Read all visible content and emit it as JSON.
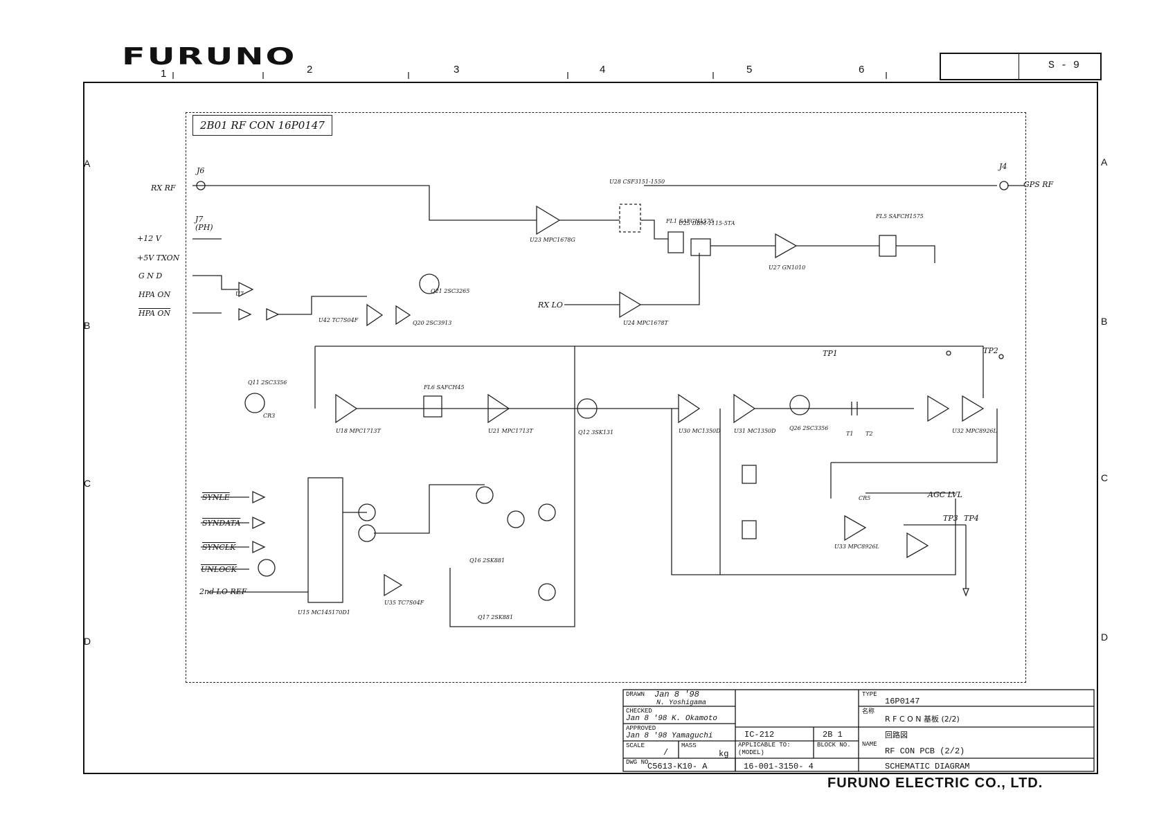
{
  "brand": "FURUNO",
  "sheet_no": "S - 9",
  "board_label": "2B01 RF CON 16P0147",
  "columns": [
    "1",
    "2",
    "3",
    "4",
    "5",
    "6"
  ],
  "rows": [
    "A",
    "B",
    "C",
    "D"
  ],
  "connectors": {
    "j6": "J6",
    "j7": "J7",
    "j7_sub": "(PH)",
    "j4": "J4",
    "rx_rf": "RX RF",
    "gps_rf": "GPS RF",
    "p12v": "+12 V",
    "p5v_tx": "+5V TXON",
    "gnd": "G N D",
    "hpa_on": "HPA ON",
    "hpa_on_n": "HPA ON",
    "rx_lo": "RX LO",
    "agc_lvl": "AGC LVL",
    "second_lo": "2nd LO REF",
    "synle": "SYNLE",
    "syndata": "SYNDATA",
    "synclk": "SYNCLK",
    "unlock": "UNLOCK",
    "tp1": "TP1",
    "tp2": "TP2",
    "tp3": "TP3",
    "tp4": "TP4"
  },
  "components": {
    "u23": "U23 MPC1678G",
    "u25": "U25 DBM-1115-5TA",
    "u27": "U27 GN1010",
    "u28": "U28 CSF3151-1550",
    "u24": "U24 MPC1678T",
    "u42": "U42 TC7S04F",
    "q21": "Q21 2SC3265",
    "q20": "Q20 2SC3913",
    "q11": "Q11 2SC3356",
    "q12": "Q12 3SK131",
    "u18": "U18 MPC1713T",
    "u21": "U21 MPC1713T",
    "u30": "U30 MC1350D",
    "u31": "U31 MC1350D",
    "q26": "Q26 2SC3356",
    "u32": "U32 MPC8926L",
    "u33": "U33 MPC8926L",
    "u15": "U15 MC145170D1",
    "u35": "U35 TC7S04F",
    "q16": "Q16 2SK881",
    "q17": "Q17 2SK881",
    "fl1": "FL1 SAFCH1575",
    "fl5": "FL5 SAFCH1575",
    "fl6": "FL6 SAFCH45",
    "u47": "U7",
    "t1": "T1",
    "t2": "T2",
    "cr3": "CR3",
    "cr5": "CR5"
  },
  "title_block": {
    "drawn_lbl": "DRAWN",
    "checked_lbl": "CHECKED",
    "approved_lbl": "APPROVED",
    "scale_lbl": "SCALE",
    "mass_lbl": "MASS",
    "mass_unit": "kg",
    "dwg_lbl": "DWG NO.",
    "applicable_lbl": "APPLICABLE TO:",
    "model_lbl": "(MODEL)",
    "block_lbl": "BLOCK NO.",
    "type_lbl": "TYPE",
    "name_jp_lbl": "名称",
    "name_lbl": "NAME",
    "drawn_date": "Jan 8 '98",
    "drawn_by": "N. Yoshigama",
    "checked_by": "Jan 8 '98 K. Okamoto",
    "approved_by": "Jan 8 '98 Yamaguchi",
    "scale": "/",
    "model": "IC-212",
    "block": "2B 1",
    "type": "16P0147",
    "name_jp1": "R F C O N 基板 (2/2)",
    "name_jp2": "回路図",
    "name1": "RF CON PCB (2/2)",
    "name2": "SCHEMATIC DIAGRAM",
    "dwg_no": "C5613-K10- A",
    "dwg_no2": "16-001-3150- 4"
  },
  "company": "FURUNO ELECTRIC CO., LTD."
}
